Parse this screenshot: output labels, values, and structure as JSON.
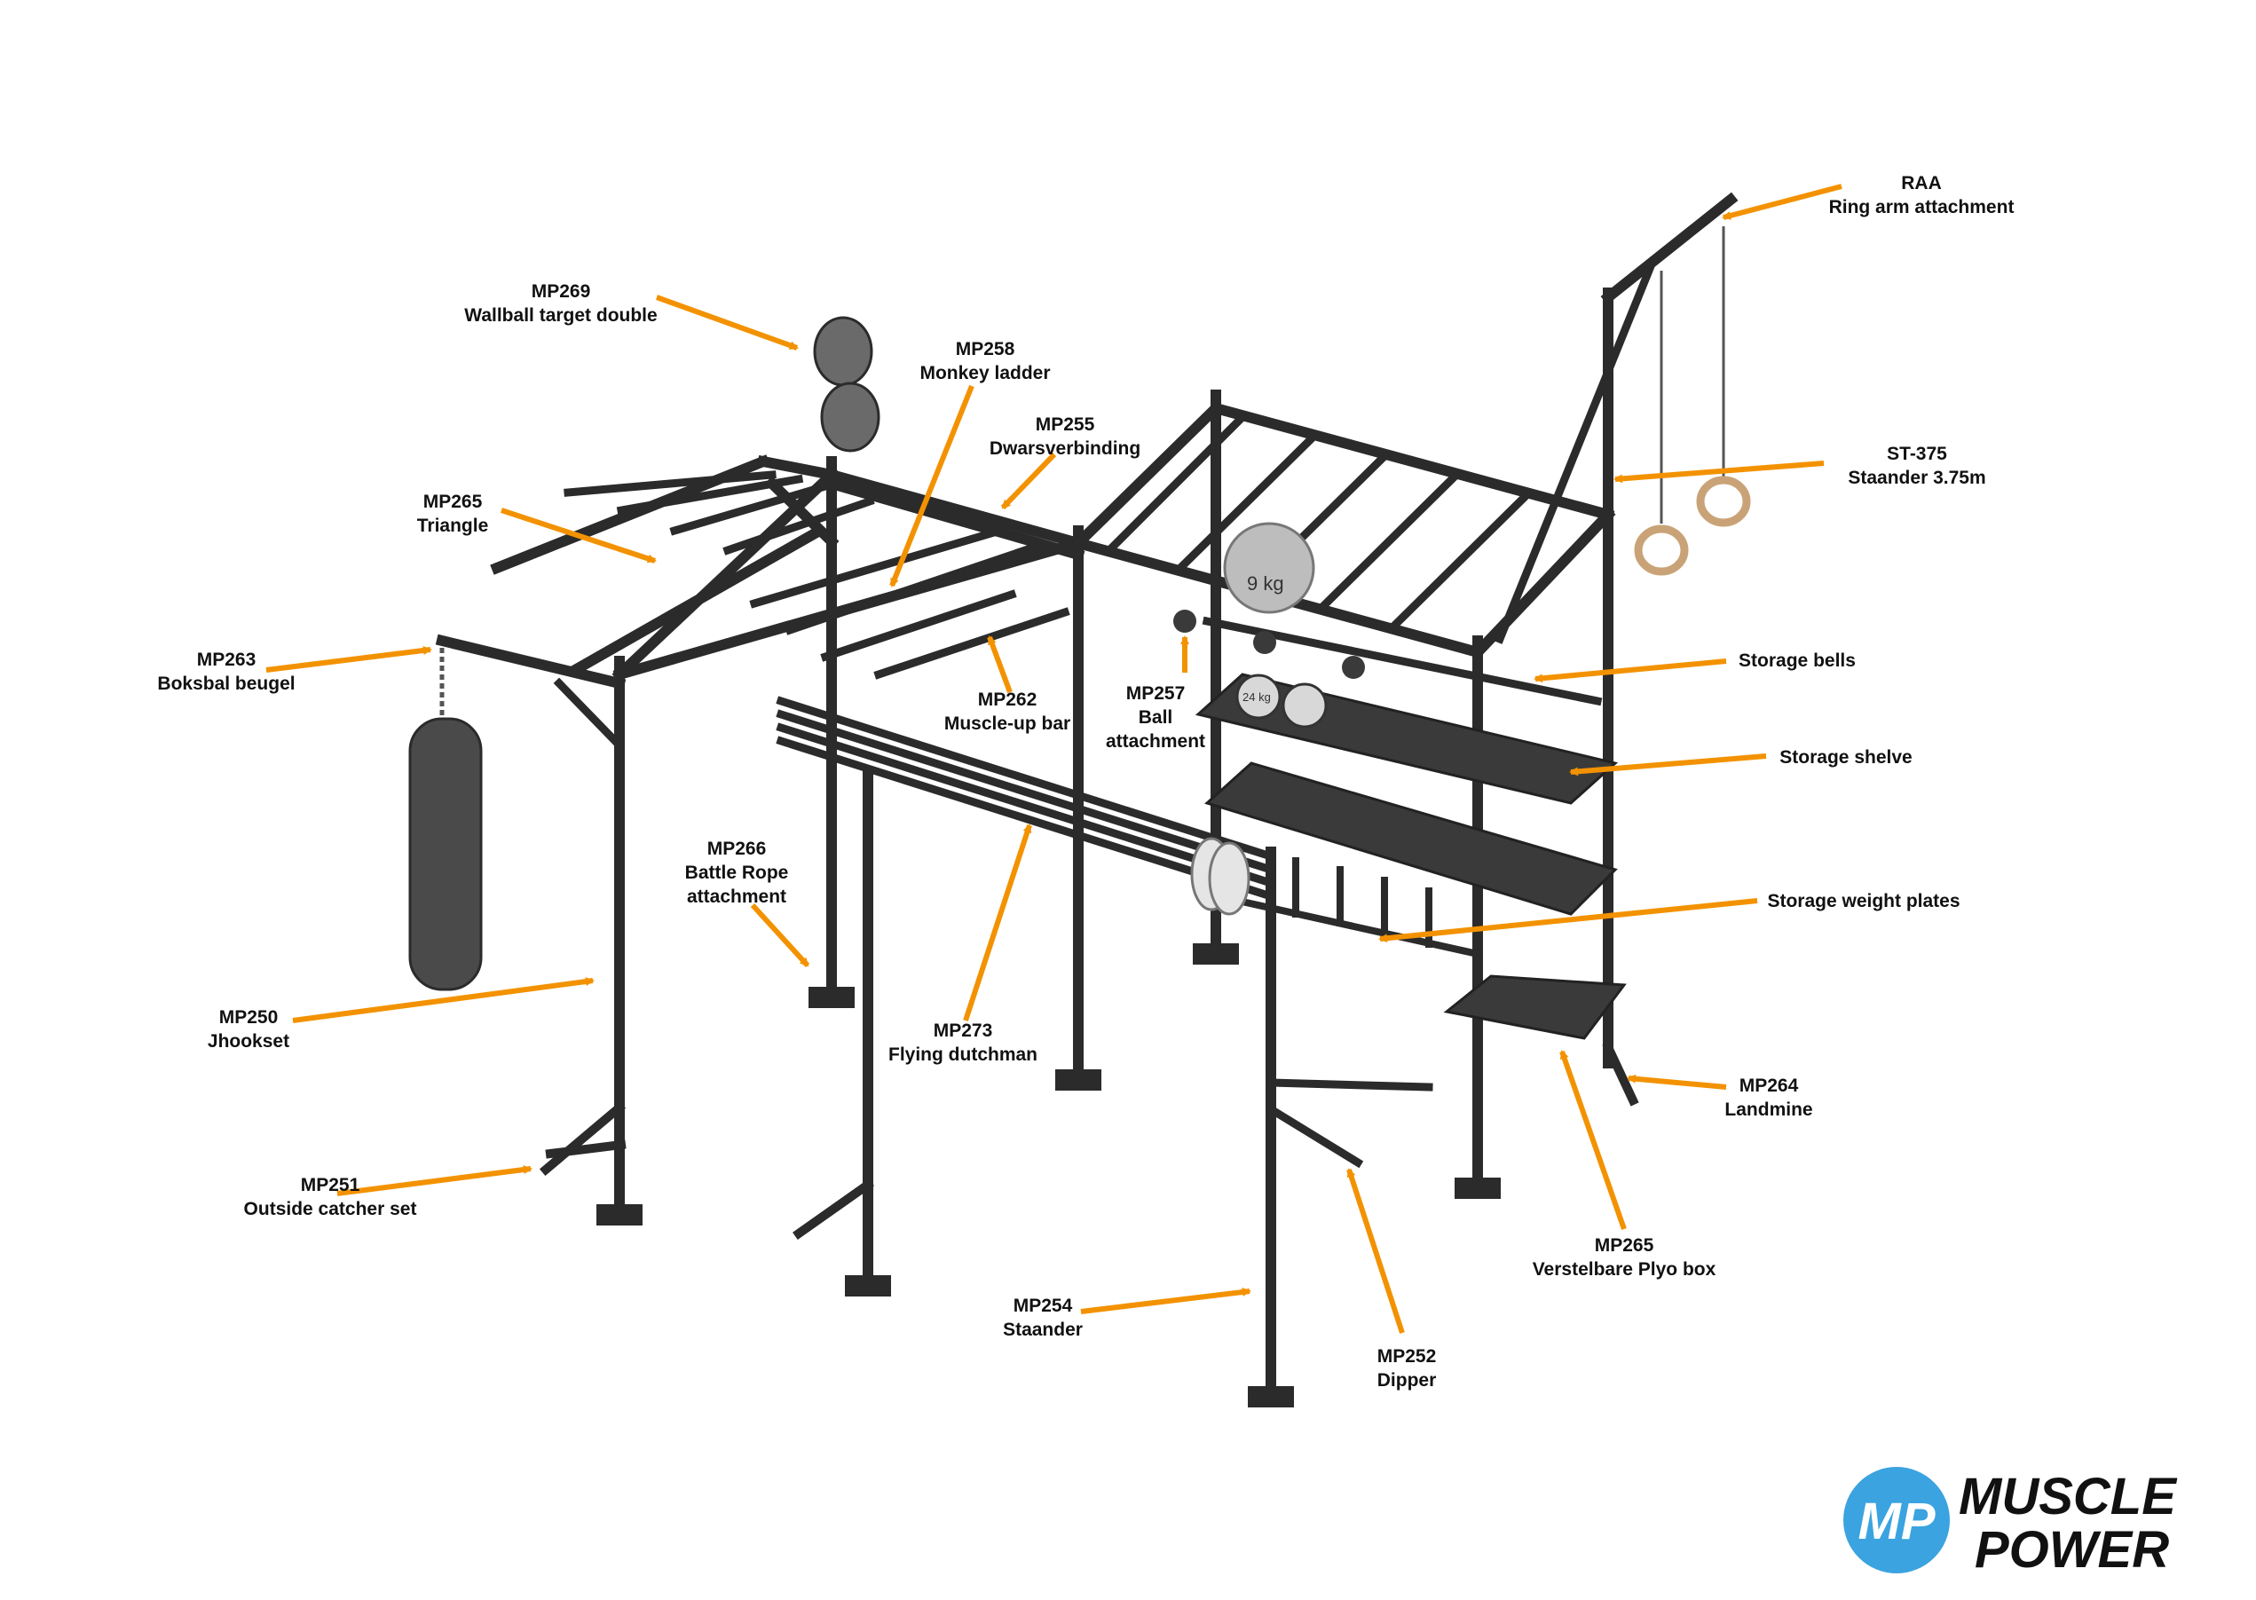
{
  "colors": {
    "arrow": "#F39200",
    "frame": "#2b2b2b",
    "logo_blue": "#3AA3E0",
    "logo_text": "#111111"
  },
  "labels": [
    {
      "id": "mp269",
      "code": "MP269",
      "name": "Wallball target double"
    },
    {
      "id": "mp258",
      "code": "MP258",
      "name": "Monkey ladder"
    },
    {
      "id": "mp255",
      "code": "MP255",
      "name": "Dwarsverbinding"
    },
    {
      "id": "mp265t",
      "code": "MP265",
      "name": "Triangle"
    },
    {
      "id": "mp263",
      "code": "MP263",
      "name": "Boksbal beugel"
    },
    {
      "id": "mp262",
      "code": "MP262",
      "name": "Muscle-up bar"
    },
    {
      "id": "mp257",
      "code": "MP257",
      "name": "Ball attachment"
    },
    {
      "id": "raa",
      "code": "RAA",
      "name": "Ring arm attachment"
    },
    {
      "id": "st375",
      "code": "ST-375",
      "name": "Staander 3.75m"
    },
    {
      "id": "bells",
      "code": "",
      "name": "Storage bells"
    },
    {
      "id": "shelve",
      "code": "",
      "name": "Storage shelve"
    },
    {
      "id": "plates",
      "code": "",
      "name": "Storage weight plates"
    },
    {
      "id": "mp266",
      "code": "MP266",
      "name": "Battle Rope attachment"
    },
    {
      "id": "mp250",
      "code": "MP250",
      "name": "Jhookset"
    },
    {
      "id": "mp273",
      "code": "MP273",
      "name": "Flying dutchman"
    },
    {
      "id": "mp264",
      "code": "MP264",
      "name": "Landmine"
    },
    {
      "id": "mp265p",
      "code": "MP265",
      "name": "Verstelbare Plyo box"
    },
    {
      "id": "mp251",
      "code": "MP251",
      "name": "Outside catcher set"
    },
    {
      "id": "mp254",
      "code": "MP254",
      "name": "Staander"
    },
    {
      "id": "mp252",
      "code": "MP252",
      "name": "Dipper"
    }
  ],
  "equipment": {
    "ball_weight": "9 kg",
    "kettlebell_weight": "24 kg"
  },
  "logo": {
    "mark": "MP",
    "line1": "MUSCLE",
    "line2": "POWER"
  }
}
